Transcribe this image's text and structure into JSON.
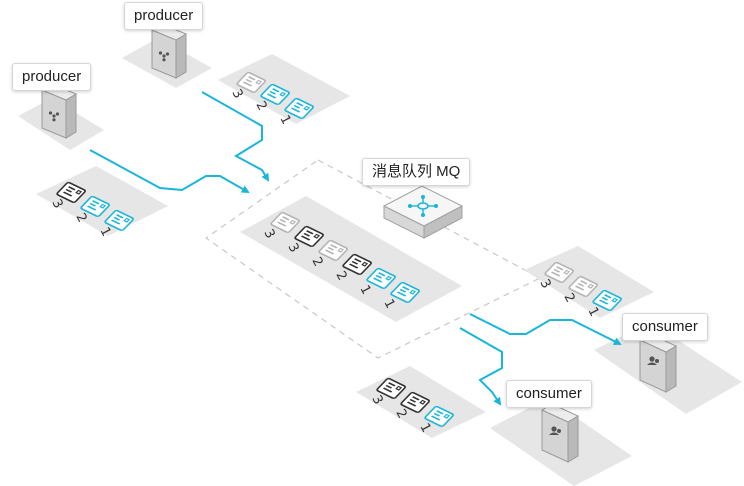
{
  "labels": {
    "producer_top": "producer",
    "producer_left": "producer",
    "mq": "消息队列 MQ",
    "consumer_right": "consumer",
    "consumer_bottom": "consumer"
  },
  "queues": {
    "producer_top": [
      "3",
      "2",
      "1"
    ],
    "producer_left": [
      "3",
      "2",
      "1"
    ],
    "mq_upper": [
      "3",
      "2",
      "1"
    ],
    "mq_lower": [
      "3",
      "2",
      "1"
    ],
    "consumer_right": [
      "3",
      "2",
      "1"
    ],
    "consumer_bottom": [
      "3",
      "2",
      "1"
    ]
  },
  "colors": {
    "accent": "#1ab6d9",
    "platform": "#e6e6e6",
    "dashed_border": "#c8c8c8",
    "dark_doc": "#333333",
    "faded_doc": "#b4b4b4"
  },
  "icons": {
    "producer": "server-fan-icon",
    "mq": "network-hub-icon",
    "consumer": "user-group-icon"
  }
}
